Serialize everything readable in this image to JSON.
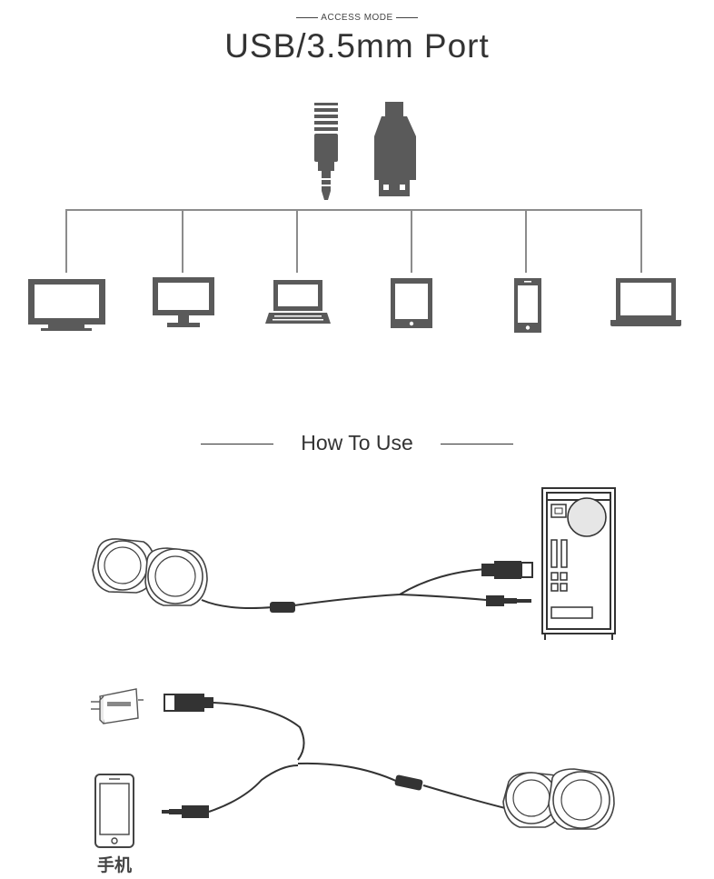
{
  "header": {
    "subtitle": "ACCESS MODE",
    "title": "USB/3.5mm Port"
  },
  "connectors": [
    {
      "name": "audio-jack-3.5mm-icon"
    },
    {
      "name": "usb-plug-icon"
    }
  ],
  "devices": [
    {
      "name": "tv-icon"
    },
    {
      "name": "monitor-icon"
    },
    {
      "name": "laptop-icon"
    },
    {
      "name": "tablet-icon"
    },
    {
      "name": "smartphone-icon"
    },
    {
      "name": "notebook-icon"
    }
  ],
  "how_to_use": {
    "title": "How To Use",
    "phone_label": "手机"
  },
  "colors": {
    "icon_gray": "#5a5a5a",
    "line_gray": "#8c8c8c",
    "text": "#333333"
  }
}
